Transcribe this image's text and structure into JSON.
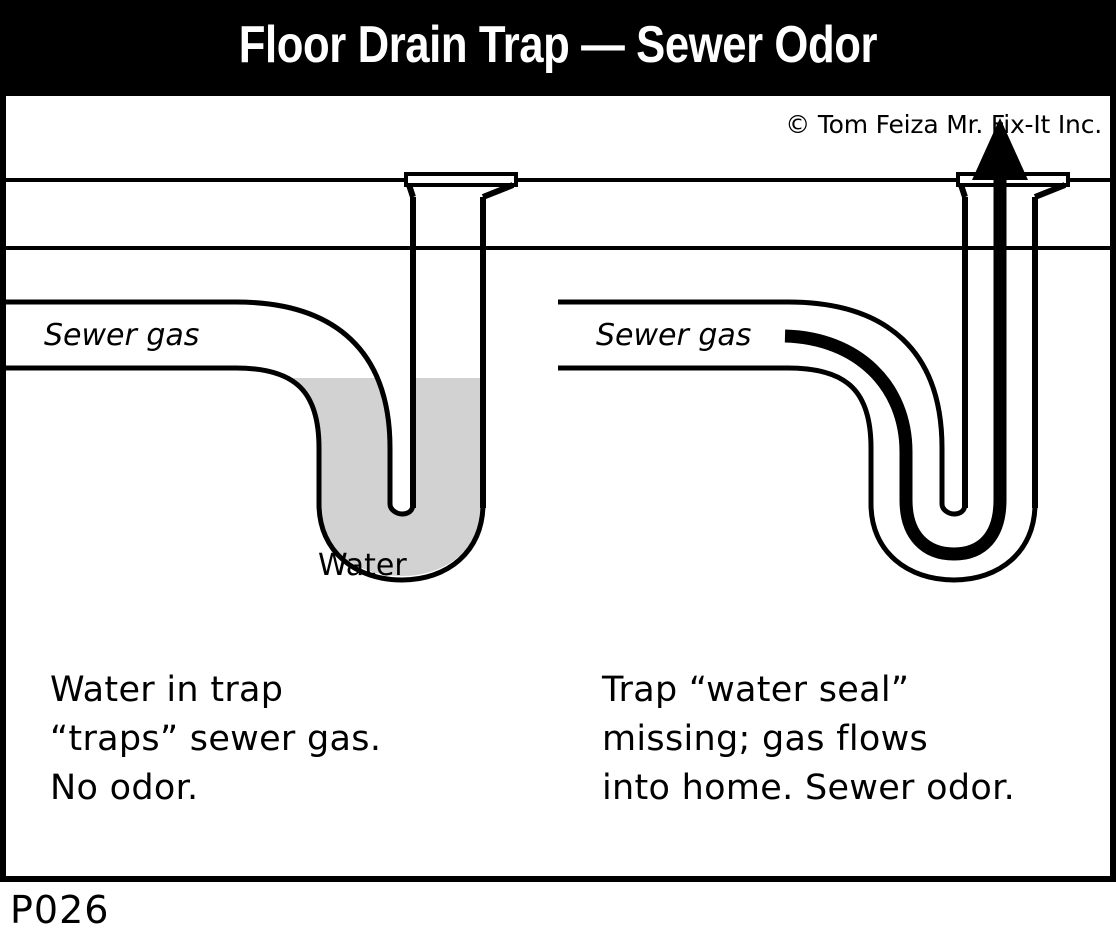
{
  "title": "Floor Drain Trap — Sewer Odor",
  "copyright": "© Tom Feiza Mr. Fix-It Inc.",
  "figure_code": "P026",
  "colors": {
    "ink": "#000000",
    "paper": "#ffffff",
    "water_fill": "#d2d2d2"
  },
  "panels": [
    {
      "id": "left",
      "name": "trap-with-water-seal",
      "sewer_gas_label": "Sewer gas",
      "water_label": "Water",
      "caption_lines": [
        "Water in trap",
        "“traps” sewer gas.",
        "No odor."
      ]
    },
    {
      "id": "right",
      "name": "trap-missing-water-seal",
      "sewer_gas_label": "Sewer gas",
      "water_label": "",
      "caption_lines": [
        "Trap “water seal”",
        "missing; gas flows",
        "into home. Sewer odor."
      ]
    }
  ]
}
